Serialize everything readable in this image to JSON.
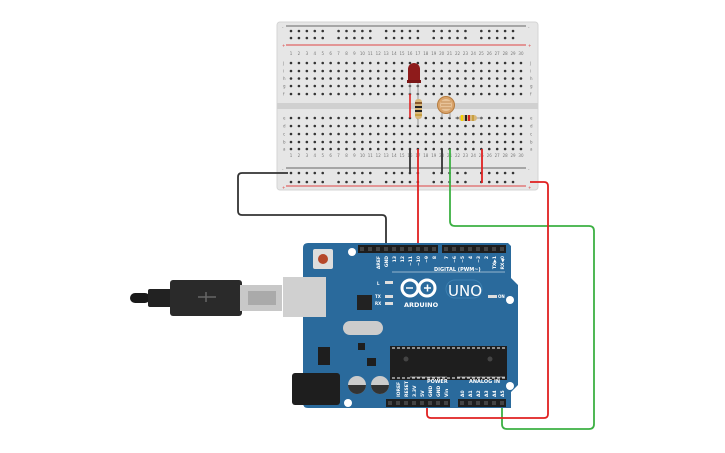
{
  "breadboard": {
    "rows_top": [
      "j",
      "i",
      "h",
      "g",
      "f"
    ],
    "rows_bottom": [
      "e",
      "d",
      "c",
      "b",
      "a"
    ],
    "columns": [
      "1",
      "2",
      "3",
      "4",
      "5",
      "6",
      "7",
      "8",
      "9",
      "10",
      "11",
      "12",
      "13",
      "14",
      "15",
      "16",
      "17",
      "18",
      "19",
      "20",
      "21",
      "22",
      "23",
      "24",
      "25",
      "26",
      "27",
      "28",
      "29",
      "30"
    ],
    "rail_minus": "-",
    "rail_plus": "+"
  },
  "components": {
    "led_color": "#9b1c1c",
    "resistor_bands": [
      "#f2d400",
      "#222222",
      "#d42020",
      "#c8a040"
    ],
    "wire_colors": {
      "gnd": "#333333",
      "power": "#e02020",
      "signal": "#3cb043"
    }
  },
  "arduino": {
    "board_color": "#2a6a9c",
    "brand": "ARDUINO",
    "model": "UNO",
    "digital_header_label": "DIGITAL (PWM~)",
    "digital_pins_1": [
      "",
      "",
      "AREF",
      "GND",
      "13",
      "12",
      "~11",
      "~10",
      "~9",
      "8"
    ],
    "digital_pins_2": [
      "7",
      "~6",
      "~5",
      "4",
      "~3",
      "2",
      "TX▶1",
      "RX◀0"
    ],
    "led_labels": {
      "l": "L",
      "tx": "TX",
      "rx": "RX",
      "on": "ON"
    },
    "power_header_label": "POWER",
    "power_pins": [
      "",
      "IOREF",
      "RESET",
      "3.3V",
      "5V",
      "GND",
      "GND",
      "Vin"
    ],
    "analog_header_label": "ANALOG IN",
    "analog_pins": [
      "A0",
      "A1",
      "A2",
      "A3",
      "A4",
      "A5"
    ]
  }
}
